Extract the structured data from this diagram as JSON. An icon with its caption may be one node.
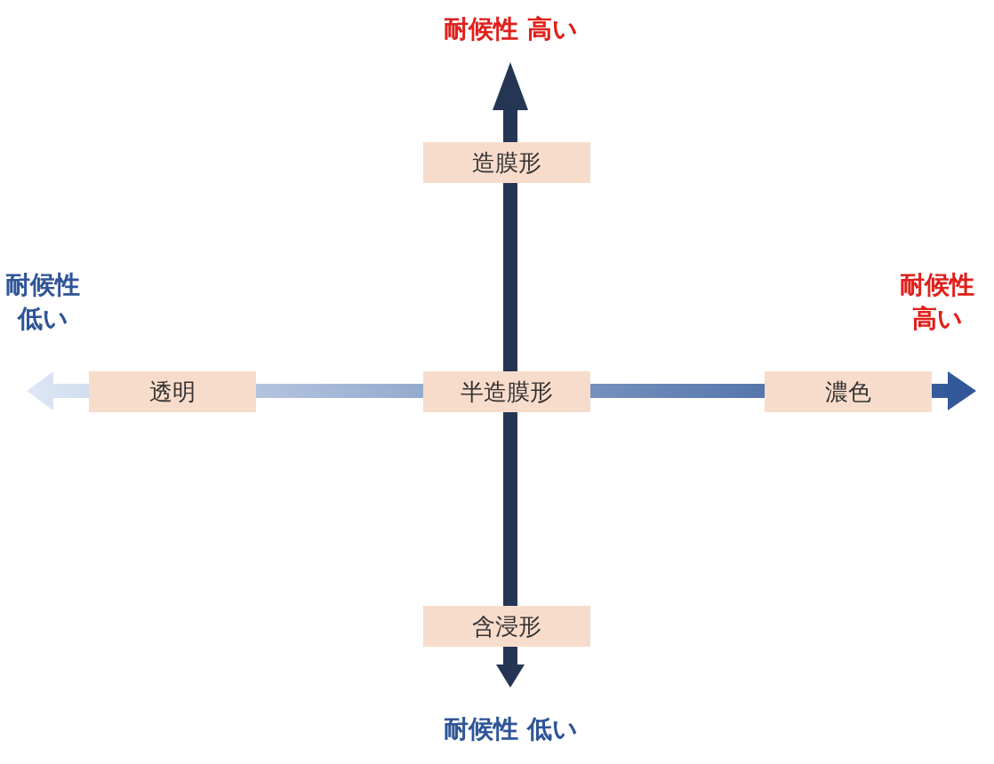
{
  "diagram": {
    "nodes": [
      {
        "text": [
          "造膜形"
        ]
      },
      {
        "text": [
          "透明"
        ]
      },
      {
        "text": [
          "半造膜形"
        ]
      },
      {
        "text": [
          "濃色"
        ]
      },
      {
        "text": [
          "含浸形"
        ]
      }
    ],
    "labels": [
      "耐候性 高い",
      "耐候性低い",
      "耐候性高い",
      "耐候性 低い"
    ]
  }
}
